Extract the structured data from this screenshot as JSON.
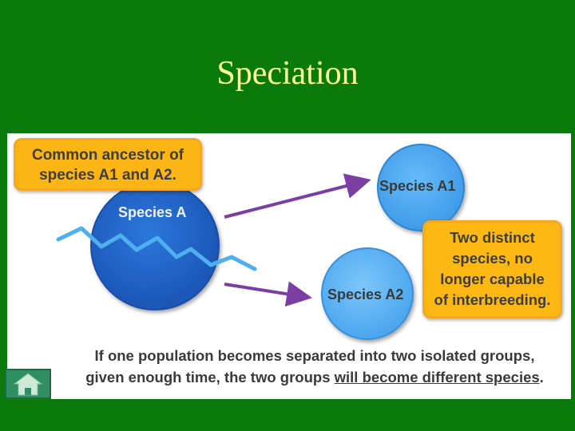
{
  "slide": {
    "title": "Speciation"
  },
  "diagram": {
    "ancestor_callout": [
      "Common ancestor of",
      "species A1 and A2."
    ],
    "species_a": "Species A",
    "species_a1": "Species A1",
    "species_a2": "Species A2",
    "distinct_callout": [
      "Two distinct",
      "species, no",
      "longer capable",
      "of interbreeding."
    ],
    "caption_line1": "If one population becomes separated into two isolated groups,",
    "caption_line2_prefix": "given enough time, the two groups ",
    "caption_line2_underlined": "will become different species",
    "caption_line2_suffix": "."
  },
  "colors": {
    "background": "#0a7a0a",
    "title": "#ffff99",
    "callout": "#fbb515",
    "species_a_fill": "#1f63c9",
    "species_a1_fill": "#4aa8f5",
    "species_a2_fill": "#5fb4f7",
    "arrow": "#7b3fa3",
    "barrier": "#4fb0ef"
  },
  "icons": {
    "home": "home-icon"
  }
}
